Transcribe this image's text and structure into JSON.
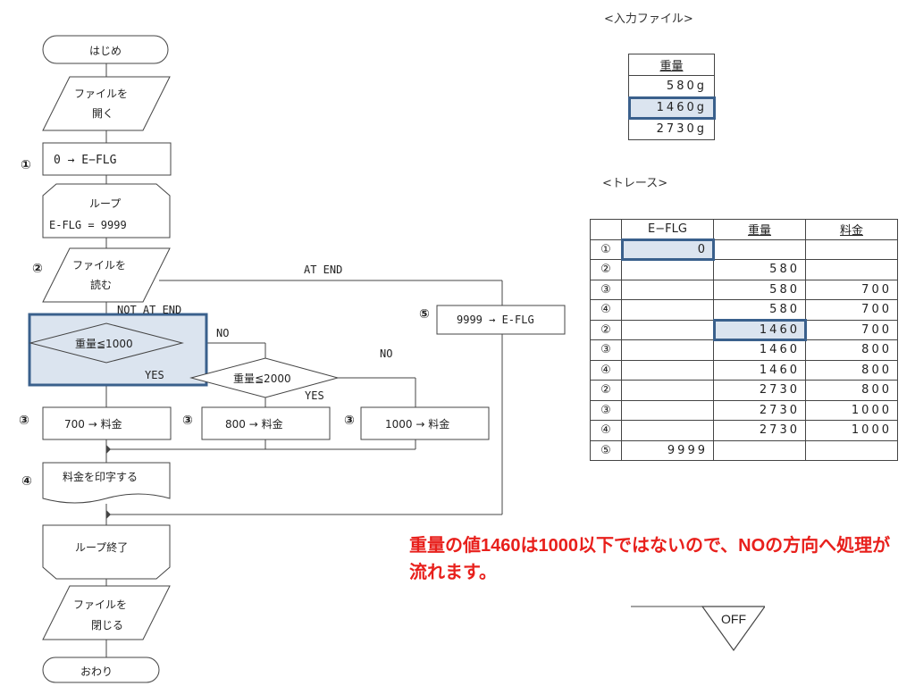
{
  "flowchart": {
    "start": "はじめ",
    "open_file": [
      "ファイルを",
      "開く"
    ],
    "init": "0 → E−FLG",
    "loop_start": [
      "ループ",
      "E-FLG = 9999"
    ],
    "read_file": [
      "ファイルを",
      "読む"
    ],
    "at_end": "AT END",
    "not_at_end": "NOT AT END",
    "set_flag": "9999 → E-FLG",
    "cond1": "重量≦1000",
    "cond2": "重量≦2000",
    "no": "NO",
    "yes": "YES",
    "fee700": "700 → 料金",
    "fee800": "800 → 料金",
    "fee1000": "1000 → 料金",
    "print_fee": "料金を印字する",
    "loop_end": "ループ終了",
    "close_file": [
      "ファイルを",
      "閉じる"
    ],
    "end": "おわり",
    "step_marks": [
      "①",
      "②",
      "③",
      "④",
      "⑤"
    ]
  },
  "input_file": {
    "title": "<入力ファイル>",
    "header": "重量",
    "rows": [
      "580g",
      "1460g",
      "2730g"
    ],
    "highlight_row": 1
  },
  "trace": {
    "title": "<トレース>",
    "headers": [
      "",
      "E−FLG",
      "重量",
      "料金"
    ],
    "rows": [
      [
        "①",
        "0",
        "",
        ""
      ],
      [
        "②",
        "",
        "580",
        ""
      ],
      [
        "③",
        "",
        "580",
        "700"
      ],
      [
        "④",
        "",
        "580",
        "700"
      ],
      [
        "②",
        "",
        "1460",
        "700"
      ],
      [
        "③",
        "",
        "1460",
        "800"
      ],
      [
        "④",
        "",
        "1460",
        "800"
      ],
      [
        "②",
        "",
        "2730",
        "800"
      ],
      [
        "③",
        "",
        "2730",
        "1000"
      ],
      [
        "④",
        "",
        "2730",
        "1000"
      ],
      [
        "⑤",
        "9999",
        "",
        ""
      ]
    ]
  },
  "note": "重量の値1460は1000以下ではないので、NOの方向へ処理が流れます。",
  "off_button": "OFF",
  "colors": {
    "highlight_fill": "#dbe4ef",
    "highlight_border": "#3a608c",
    "note": "#e8201c"
  }
}
